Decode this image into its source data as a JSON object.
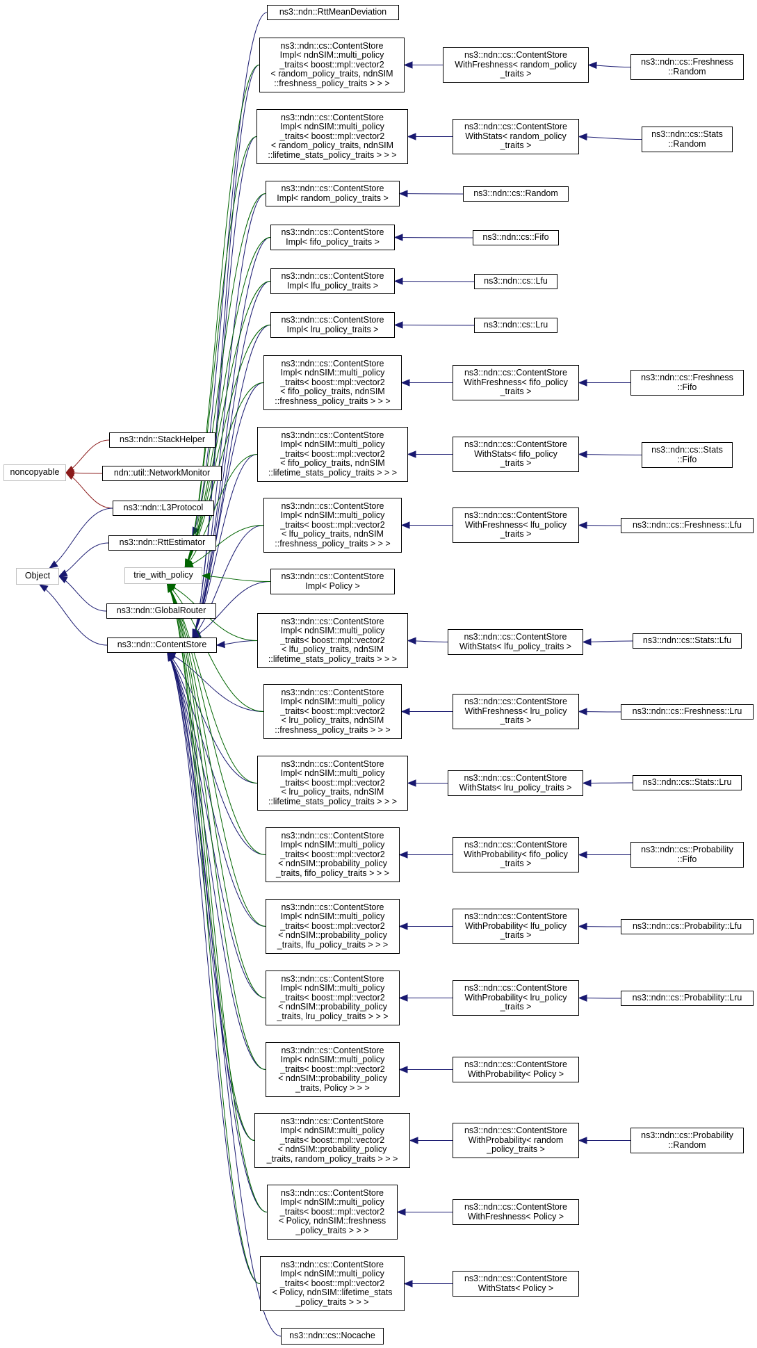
{
  "colors": {
    "public_inheritance": "#191970",
    "private_inheritance": "#8b1a1a",
    "template_instance": "#006400",
    "external_border": "#bfbfbf",
    "node_border": "#000000"
  },
  "nodes": [
    {
      "id": "noncopyable",
      "label": "noncopyable",
      "external": true
    },
    {
      "id": "object",
      "label": "Object",
      "external": true
    },
    {
      "id": "trie",
      "label": "trie_with_policy",
      "external": true
    },
    {
      "id": "stackhelper",
      "label": "ns3::ndn::StackHelper"
    },
    {
      "id": "networkmonitor",
      "label": "ndn::util::NetworkMonitor"
    },
    {
      "id": "l3protocol",
      "label": "ns3::ndn::L3Protocol"
    },
    {
      "id": "rttestimator",
      "label": "ns3::ndn::RttEstimator"
    },
    {
      "id": "globalrouter",
      "label": "ns3::ndn::GlobalRouter"
    },
    {
      "id": "contentstore",
      "label": "ns3::ndn::ContentStore"
    },
    {
      "id": "rttmeandev",
      "label": "ns3::ndn::RttMeanDeviation"
    },
    {
      "id": "impl_rand_fresh",
      "label": "ns3::ndn::cs::ContentStore\nImpl< ndnSIM::multi_policy\n_traits< boost::mpl::vector2\n< random_policy_traits, ndnSIM\n::freshness_policy_traits > > >"
    },
    {
      "id": "impl_rand_stats",
      "label": "ns3::ndn::cs::ContentStore\nImpl< ndnSIM::multi_policy\n_traits< boost::mpl::vector2\n< random_policy_traits, ndnSIM\n::lifetime_stats_policy_traits > > >"
    },
    {
      "id": "impl_random",
      "label": "ns3::ndn::cs::ContentStore\nImpl< random_policy_traits >"
    },
    {
      "id": "impl_fifo",
      "label": "ns3::ndn::cs::ContentStore\nImpl< fifo_policy_traits >"
    },
    {
      "id": "impl_lfu",
      "label": "ns3::ndn::cs::ContentStore\nImpl< lfu_policy_traits >"
    },
    {
      "id": "impl_lru",
      "label": "ns3::ndn::cs::ContentStore\nImpl< lru_policy_traits >"
    },
    {
      "id": "impl_fifo_fresh",
      "label": "ns3::ndn::cs::ContentStore\nImpl< ndnSIM::multi_policy\n_traits< boost::mpl::vector2\n< fifo_policy_traits, ndnSIM\n::freshness_policy_traits > > >"
    },
    {
      "id": "impl_fifo_stats",
      "label": "ns3::ndn::cs::ContentStore\nImpl< ndnSIM::multi_policy\n_traits< boost::mpl::vector2\n< fifo_policy_traits, ndnSIM\n::lifetime_stats_policy_traits > > >"
    },
    {
      "id": "impl_lfu_fresh",
      "label": "ns3::ndn::cs::ContentStore\nImpl< ndnSIM::multi_policy\n_traits< boost::mpl::vector2\n< lfu_policy_traits, ndnSIM\n::freshness_policy_traits > > >"
    },
    {
      "id": "impl_policy",
      "label": "ns3::ndn::cs::ContentStore\nImpl< Policy >"
    },
    {
      "id": "impl_lfu_stats",
      "label": "ns3::ndn::cs::ContentStore\nImpl< ndnSIM::multi_policy\n_traits< boost::mpl::vector2\n< lfu_policy_traits, ndnSIM\n::lifetime_stats_policy_traits > > >"
    },
    {
      "id": "impl_lru_fresh",
      "label": "ns3::ndn::cs::ContentStore\nImpl< ndnSIM::multi_policy\n_traits< boost::mpl::vector2\n< lru_policy_traits, ndnSIM\n::freshness_policy_traits > > >"
    },
    {
      "id": "impl_lru_stats",
      "label": "ns3::ndn::cs::ContentStore\nImpl< ndnSIM::multi_policy\n_traits< boost::mpl::vector2\n< lru_policy_traits, ndnSIM\n::lifetime_stats_policy_traits > > >"
    },
    {
      "id": "impl_prob_fifo",
      "label": "ns3::ndn::cs::ContentStore\nImpl< ndnSIM::multi_policy\n_traits< boost::mpl::vector2\n< ndnSIM::probability_policy\n_traits, fifo_policy_traits > > >"
    },
    {
      "id": "impl_prob_lfu",
      "label": "ns3::ndn::cs::ContentStore\nImpl< ndnSIM::multi_policy\n_traits< boost::mpl::vector2\n< ndnSIM::probability_policy\n_traits, lfu_policy_traits > > >"
    },
    {
      "id": "impl_prob_lru",
      "label": "ns3::ndn::cs::ContentStore\nImpl< ndnSIM::multi_policy\n_traits< boost::mpl::vector2\n< ndnSIM::probability_policy\n_traits, lru_policy_traits > > >"
    },
    {
      "id": "impl_prob_policy",
      "label": "ns3::ndn::cs::ContentStore\nImpl< ndnSIM::multi_policy\n_traits< boost::mpl::vector2\n< ndnSIM::probability_policy\n_traits, Policy > > >"
    },
    {
      "id": "impl_prob_random",
      "label": "ns3::ndn::cs::ContentStore\nImpl< ndnSIM::multi_policy\n_traits< boost::mpl::vector2\n< ndnSIM::probability_policy\n_traits, random_policy_traits > > >"
    },
    {
      "id": "impl_policy_fresh",
      "label": "ns3::ndn::cs::ContentStore\nImpl< ndnSIM::multi_policy\n_traits< boost::mpl::vector2\n< Policy, ndnSIM::freshness\n_policy_traits > > >"
    },
    {
      "id": "impl_policy_stats",
      "label": "ns3::ndn::cs::ContentStore\nImpl< ndnSIM::multi_policy\n_traits< boost::mpl::vector2\n< Policy, ndnSIM::lifetime_stats\n_policy_traits > > >"
    },
    {
      "id": "nocache",
      "label": "ns3::ndn::cs::Nocache"
    },
    {
      "id": "wf_random",
      "label": "ns3::ndn::cs::ContentStore\nWithFreshness< random_policy\n_traits >"
    },
    {
      "id": "ws_random",
      "label": "ns3::ndn::cs::ContentStore\nWithStats< random_policy\n_traits >"
    },
    {
      "id": "cs_random",
      "label": "ns3::ndn::cs::Random"
    },
    {
      "id": "cs_fifo",
      "label": "ns3::ndn::cs::Fifo"
    },
    {
      "id": "cs_lfu",
      "label": "ns3::ndn::cs::Lfu"
    },
    {
      "id": "cs_lru",
      "label": "ns3::ndn::cs::Lru"
    },
    {
      "id": "wf_fifo",
      "label": "ns3::ndn::cs::ContentStore\nWithFreshness< fifo_policy\n_traits >"
    },
    {
      "id": "ws_fifo",
      "label": "ns3::ndn::cs::ContentStore\nWithStats< fifo_policy\n_traits >"
    },
    {
      "id": "wf_lfu",
      "label": "ns3::ndn::cs::ContentStore\nWithFreshness< lfu_policy\n_traits >"
    },
    {
      "id": "ws_lfu",
      "label": "ns3::ndn::cs::ContentStore\nWithStats< lfu_policy_traits >"
    },
    {
      "id": "wf_lru",
      "label": "ns3::ndn::cs::ContentStore\nWithFreshness< lru_policy\n_traits >"
    },
    {
      "id": "ws_lru",
      "label": "ns3::ndn::cs::ContentStore\nWithStats< lru_policy_traits >"
    },
    {
      "id": "wp_fifo",
      "label": "ns3::ndn::cs::ContentStore\nWithProbability< fifo_policy\n_traits >"
    },
    {
      "id": "wp_lfu",
      "label": "ns3::ndn::cs::ContentStore\nWithProbability< lfu_policy\n_traits >"
    },
    {
      "id": "wp_lru",
      "label": "ns3::ndn::cs::ContentStore\nWithProbability< lru_policy\n_traits >"
    },
    {
      "id": "wp_policy",
      "label": "ns3::ndn::cs::ContentStore\nWithProbability< Policy >"
    },
    {
      "id": "wp_random",
      "label": "ns3::ndn::cs::ContentStore\nWithProbability< random\n_policy_traits >"
    },
    {
      "id": "wf_policy",
      "label": "ns3::ndn::cs::ContentStore\nWithFreshness< Policy >"
    },
    {
      "id": "ws_policy",
      "label": "ns3::ndn::cs::ContentStore\nWithStats< Policy >"
    },
    {
      "id": "fresh_random",
      "label": "ns3::ndn::cs::Freshness\n::Random"
    },
    {
      "id": "stats_random",
      "label": "ns3::ndn::cs::Stats\n::Random"
    },
    {
      "id": "fresh_fifo",
      "label": "ns3::ndn::cs::Freshness\n::Fifo"
    },
    {
      "id": "stats_fifo",
      "label": "ns3::ndn::cs::Stats\n::Fifo"
    },
    {
      "id": "fresh_lfu",
      "label": "ns3::ndn::cs::Freshness::Lfu"
    },
    {
      "id": "stats_lfu",
      "label": "ns3::ndn::cs::Stats::Lfu"
    },
    {
      "id": "fresh_lru",
      "label": "ns3::ndn::cs::Freshness::Lru"
    },
    {
      "id": "stats_lru",
      "label": "ns3::ndn::cs::Stats::Lru"
    },
    {
      "id": "prob_fifo",
      "label": "ns3::ndn::cs::Probability\n::Fifo"
    },
    {
      "id": "prob_lfu",
      "label": "ns3::ndn::cs::Probability::Lfu"
    },
    {
      "id": "prob_lru",
      "label": "ns3::ndn::cs::Probability::Lru"
    },
    {
      "id": "prob_random",
      "label": "ns3::ndn::cs::Probability\n::Random"
    }
  ],
  "edges": [
    {
      "from": "stackhelper",
      "to": "noncopyable",
      "kind": "private"
    },
    {
      "from": "networkmonitor",
      "to": "noncopyable",
      "kind": "private"
    },
    {
      "from": "l3protocol",
      "to": "noncopyable",
      "kind": "private"
    },
    {
      "from": "l3protocol",
      "to": "object",
      "kind": "public"
    },
    {
      "from": "rttestimator",
      "to": "object",
      "kind": "public"
    },
    {
      "from": "globalrouter",
      "to": "object",
      "kind": "public"
    },
    {
      "from": "contentstore",
      "to": "object",
      "kind": "public"
    },
    {
      "from": "rttmeandev",
      "to": "rttestimator",
      "kind": "public"
    },
    {
      "from": "impl_rand_fresh",
      "to": "contentstore",
      "kind": "public"
    },
    {
      "from": "impl_rand_stats",
      "to": "contentstore",
      "kind": "public"
    },
    {
      "from": "impl_random",
      "to": "contentstore",
      "kind": "public"
    },
    {
      "from": "impl_fifo",
      "to": "contentstore",
      "kind": "public"
    },
    {
      "from": "impl_lfu",
      "to": "contentstore",
      "kind": "public"
    },
    {
      "from": "impl_lru",
      "to": "contentstore",
      "kind": "public"
    },
    {
      "from": "impl_fifo_fresh",
      "to": "contentstore",
      "kind": "public"
    },
    {
      "from": "impl_fifo_stats",
      "to": "contentstore",
      "kind": "public"
    },
    {
      "from": "impl_lfu_fresh",
      "to": "contentstore",
      "kind": "public"
    },
    {
      "from": "impl_policy",
      "to": "contentstore",
      "kind": "public"
    },
    {
      "from": "impl_lfu_stats",
      "to": "contentstore",
      "kind": "public"
    },
    {
      "from": "impl_lru_fresh",
      "to": "contentstore",
      "kind": "public"
    },
    {
      "from": "impl_lru_stats",
      "to": "contentstore",
      "kind": "public"
    },
    {
      "from": "impl_prob_fifo",
      "to": "contentstore",
      "kind": "public"
    },
    {
      "from": "impl_prob_lfu",
      "to": "contentstore",
      "kind": "public"
    },
    {
      "from": "impl_prob_lru",
      "to": "contentstore",
      "kind": "public"
    },
    {
      "from": "impl_prob_policy",
      "to": "contentstore",
      "kind": "public"
    },
    {
      "from": "impl_prob_random",
      "to": "contentstore",
      "kind": "public"
    },
    {
      "from": "impl_policy_fresh",
      "to": "contentstore",
      "kind": "public"
    },
    {
      "from": "impl_policy_stats",
      "to": "contentstore",
      "kind": "public"
    },
    {
      "from": "nocache",
      "to": "contentstore",
      "kind": "public"
    },
    {
      "from": "impl_rand_fresh",
      "to": "trie",
      "kind": "template"
    },
    {
      "from": "impl_rand_stats",
      "to": "trie",
      "kind": "template"
    },
    {
      "from": "impl_random",
      "to": "trie",
      "kind": "template"
    },
    {
      "from": "impl_fifo",
      "to": "trie",
      "kind": "template"
    },
    {
      "from": "impl_lfu",
      "to": "trie",
      "kind": "template"
    },
    {
      "from": "impl_lru",
      "to": "trie",
      "kind": "template"
    },
    {
      "from": "impl_fifo_fresh",
      "to": "trie",
      "kind": "template"
    },
    {
      "from": "impl_fifo_stats",
      "to": "trie",
      "kind": "template"
    },
    {
      "from": "impl_lfu_fresh",
      "to": "trie",
      "kind": "template"
    },
    {
      "from": "impl_policy",
      "to": "trie",
      "kind": "template"
    },
    {
      "from": "impl_lfu_stats",
      "to": "trie",
      "kind": "template"
    },
    {
      "from": "impl_lru_fresh",
      "to": "trie",
      "kind": "template"
    },
    {
      "from": "impl_lru_stats",
      "to": "trie",
      "kind": "template"
    },
    {
      "from": "impl_prob_fifo",
      "to": "trie",
      "kind": "template"
    },
    {
      "from": "impl_prob_lfu",
      "to": "trie",
      "kind": "template"
    },
    {
      "from": "impl_prob_lru",
      "to": "trie",
      "kind": "template"
    },
    {
      "from": "impl_prob_policy",
      "to": "trie",
      "kind": "template"
    },
    {
      "from": "impl_prob_random",
      "to": "trie",
      "kind": "template"
    },
    {
      "from": "impl_policy_fresh",
      "to": "trie",
      "kind": "template"
    },
    {
      "from": "impl_policy_stats",
      "to": "trie",
      "kind": "template"
    },
    {
      "from": "wf_random",
      "to": "impl_rand_fresh",
      "kind": "public"
    },
    {
      "from": "ws_random",
      "to": "impl_rand_stats",
      "kind": "public"
    },
    {
      "from": "cs_random",
      "to": "impl_random",
      "kind": "public"
    },
    {
      "from": "cs_fifo",
      "to": "impl_fifo",
      "kind": "public"
    },
    {
      "from": "cs_lfu",
      "to": "impl_lfu",
      "kind": "public"
    },
    {
      "from": "cs_lru",
      "to": "impl_lru",
      "kind": "public"
    },
    {
      "from": "wf_fifo",
      "to": "impl_fifo_fresh",
      "kind": "public"
    },
    {
      "from": "ws_fifo",
      "to": "impl_fifo_stats",
      "kind": "public"
    },
    {
      "from": "wf_lfu",
      "to": "impl_lfu_fresh",
      "kind": "public"
    },
    {
      "from": "ws_lfu",
      "to": "impl_lfu_stats",
      "kind": "public"
    },
    {
      "from": "wf_lru",
      "to": "impl_lru_fresh",
      "kind": "public"
    },
    {
      "from": "ws_lru",
      "to": "impl_lru_stats",
      "kind": "public"
    },
    {
      "from": "wp_fifo",
      "to": "impl_prob_fifo",
      "kind": "public"
    },
    {
      "from": "wp_lfu",
      "to": "impl_prob_lfu",
      "kind": "public"
    },
    {
      "from": "wp_lru",
      "to": "impl_prob_lru",
      "kind": "public"
    },
    {
      "from": "wp_policy",
      "to": "impl_prob_policy",
      "kind": "public"
    },
    {
      "from": "wp_random",
      "to": "impl_prob_random",
      "kind": "public"
    },
    {
      "from": "wf_policy",
      "to": "impl_policy_fresh",
      "kind": "public"
    },
    {
      "from": "ws_policy",
      "to": "impl_policy_stats",
      "kind": "public"
    },
    {
      "from": "fresh_random",
      "to": "wf_random",
      "kind": "public"
    },
    {
      "from": "stats_random",
      "to": "ws_random",
      "kind": "public"
    },
    {
      "from": "fresh_fifo",
      "to": "wf_fifo",
      "kind": "public"
    },
    {
      "from": "stats_fifo",
      "to": "ws_fifo",
      "kind": "public"
    },
    {
      "from": "fresh_lfu",
      "to": "wf_lfu",
      "kind": "public"
    },
    {
      "from": "stats_lfu",
      "to": "ws_lfu",
      "kind": "public"
    },
    {
      "from": "fresh_lru",
      "to": "wf_lru",
      "kind": "public"
    },
    {
      "from": "stats_lru",
      "to": "ws_lru",
      "kind": "public"
    },
    {
      "from": "prob_fifo",
      "to": "wp_fifo",
      "kind": "public"
    },
    {
      "from": "prob_lfu",
      "to": "wp_lfu",
      "kind": "public"
    },
    {
      "from": "prob_lru",
      "to": "wp_lru",
      "kind": "public"
    },
    {
      "from": "prob_random",
      "to": "wp_random",
      "kind": "public"
    }
  ]
}
